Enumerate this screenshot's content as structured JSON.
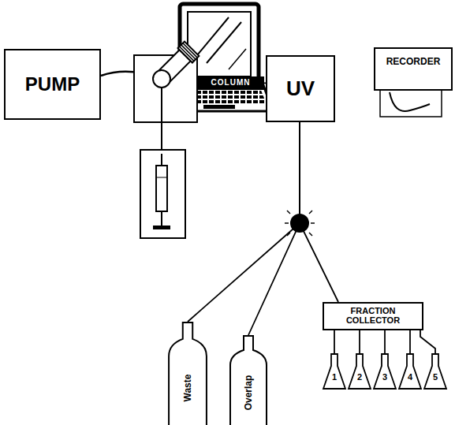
{
  "diagram": {
    "nodes": [
      {
        "text": [
          "PUMP"
        ]
      },
      {
        "text": [
          "COLUMN"
        ]
      },
      {
        "text": [
          "UV"
        ]
      },
      {
        "text": [
          "RECORDER"
        ]
      },
      {
        "text": [
          "Waste"
        ]
      },
      {
        "text": [
          "Overlap"
        ]
      },
      {
        "text": [
          "FRACTION COLLECTOR"
        ]
      },
      {
        "text": [
          "1"
        ]
      },
      {
        "text": [
          "2"
        ]
      },
      {
        "text": [
          "3"
        ]
      },
      {
        "text": [
          "4"
        ]
      },
      {
        "text": [
          "5"
        ]
      }
    ],
    "edges": [
      {
        "from": 1,
        "to": 2,
        "arrow": "none"
      },
      {
        "from": 2,
        "to": 4,
        "arrow": "none"
      },
      {
        "from": 2,
        "to": 5,
        "arrow": "none"
      },
      {
        "from": 2,
        "to": 6,
        "arrow": "none"
      },
      {
        "from": 6,
        "to": 7,
        "arrow": "none"
      },
      {
        "from": 6,
        "to": 8,
        "arrow": "none"
      },
      {
        "from": 6,
        "to": 9,
        "arrow": "none"
      },
      {
        "from": 6,
        "to": 10,
        "arrow": "none"
      },
      {
        "from": 6,
        "to": 11,
        "arrow": "none"
      }
    ]
  }
}
